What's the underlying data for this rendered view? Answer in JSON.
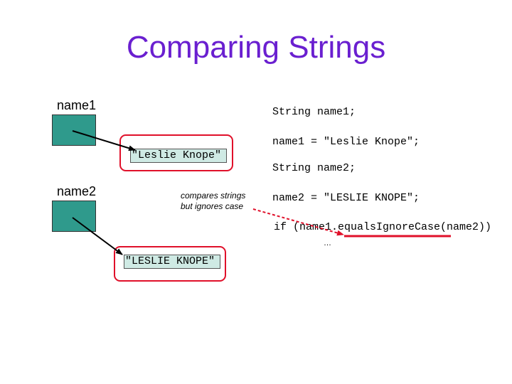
{
  "slide": {
    "title": "Comparing Strings"
  },
  "variables": [
    {
      "label": "name1"
    },
    {
      "label": "name2"
    }
  ],
  "objects": [
    {
      "text": "\"Leslie Knope\""
    },
    {
      "text": "\"LESLIE KNOPE\""
    }
  ],
  "code_lines": [
    "String name1;",
    "name1 = \"Leslie Knope\";",
    "String name2;",
    "name2 = \"LESLIE KNOPE\";",
    "if (name1.equalsIgnoreCase(name2))",
    "…"
  ],
  "annotation": {
    "line1": "compares strings",
    "line2": "but ignores case"
  },
  "colors": {
    "title": "#6a1fd0",
    "variable_box": "#2f9a8c",
    "object_fill": "#cfeae4",
    "highlight": "#e0102a"
  }
}
